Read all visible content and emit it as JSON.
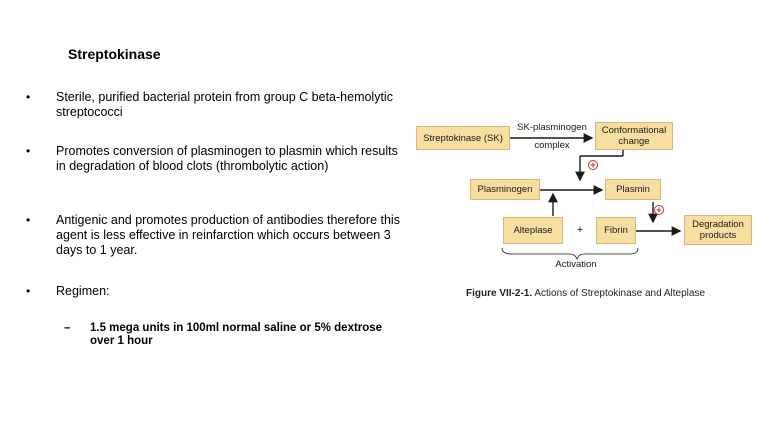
{
  "slide": {
    "title": "Streptokinase",
    "bullets": [
      "Sterile, purified bacterial protein from group C beta-hemolytic streptococci",
      "Promotes conversion of plasminogen to plasmin which results in degradation of blood clots (thrombolytic action)",
      "Antigenic and promotes production of antibodies therefore this agent is less effective in reinfarction which occurs between 3 days to 1 year.",
      "Regimen:"
    ],
    "bullet_glyph": "•",
    "sub_bullets": [
      "1.5 mega units in 100ml normal saline or 5% dextrose over 1 hour"
    ],
    "sub_glyph": "–"
  },
  "diagram": {
    "boxes": {
      "streptokinase": "Streptokinase (SK)",
      "conformational": "Conformational change",
      "plasminogen": "Plasminogen",
      "plasmin": "Plasmin",
      "alteplase": "Alteplase",
      "fibrin": "Fibrin",
      "degradation": "Degradation products"
    },
    "labels": {
      "sk_complex_top": "SK-plasminogen",
      "sk_complex_bottom": "complex",
      "plus_sign": "+",
      "activation": "Activation"
    },
    "positive_marker": "⊕",
    "caption_number": "Figure VII-2-1.",
    "caption_text": "Actions of Streptokinase and Alteplase",
    "colors": {
      "box_fill": "#f9dea1",
      "box_border": "#d9b777",
      "positive_marker": "#c0392b"
    }
  }
}
